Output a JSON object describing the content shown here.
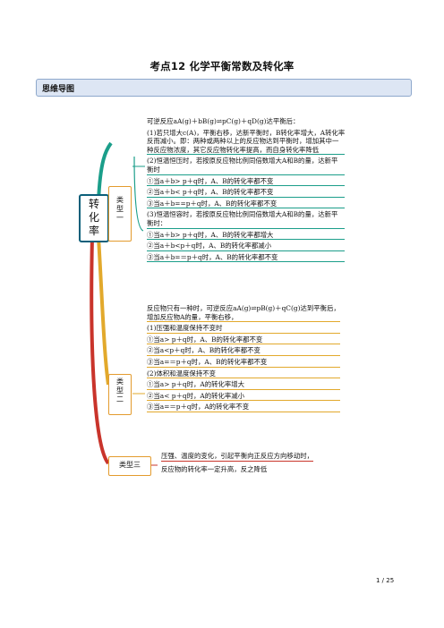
{
  "title": "考点12    化学平衡常数及转化率",
  "section": "思维导图",
  "root": "转化率",
  "types": [
    {
      "label": "类型一",
      "lines": [
        "可逆反应aA(g)＋bB(g)⇌pC(g)＋qD(g)达平衡后：",
        "(1)若只增大c(A)，平衡右移，达新平衡时，B转化率增大，A转化率",
        "反而减小。即：两种或两种以上的反应物达到平衡时，增加其中一",
        "种反应物浓度，其它反应物转化率提高，而自身转化率降低",
        "(2)恒温恒压时，若按原反应物比例同倍数增大A和B的量，达新平",
        "衡时",
        "①当a＋b> p＋q时，A、B的转化率都不变",
        "②当a＋b<  p＋q时，A、B的转化率都不变",
        "③当a＋b==p＋q时，A、B的转化率都不变",
        "(3)恒温恒容时，若按原反应物比例同倍数增大A和B的量，达新平",
        "衡时：",
        "①当a＋b> p＋q时，A、B的转化率都增大",
        "②当a＋b<p＋q时，A、B的转化率都减小",
        "③当a＋b=＝p＋q时，A、B的转化率都不变"
      ]
    },
    {
      "label": "类型二",
      "lines": [
        "反应物只有一种时，可逆反应aA(g)⇌pB(g)＋qC(g)达到平衡后，",
        "增加反应物A的量，平衡右移，",
        "(1)压强和温度保持不变时",
        "①当a> p＋q时，A、B的转化率都不变",
        "②当a<p＋q时，A、B的转化率都不变",
        "③当a=＝p＋q时，A、B的转化率都不变",
        "(2)体积和温度保持不变",
        "①当a> p＋q时，A的转化率增大",
        "②当a< p＋q时，A的转化率减小",
        "③当a=＝p＋q时，A的转化率不变"
      ]
    },
    {
      "label": "类型三",
      "lines": [
        "压强、温度的变化，引起平衡向正反应方向移动时，",
        "反应物的转化率一定升高，反之降低"
      ]
    }
  ],
  "page_number": "1 / 25",
  "colors": {
    "branch1": "#1b9e8a",
    "branch2": "#e2a92c",
    "branch3": "#c9342b",
    "root_border": "#0b5f7a",
    "box_border": "#e39b2e"
  }
}
